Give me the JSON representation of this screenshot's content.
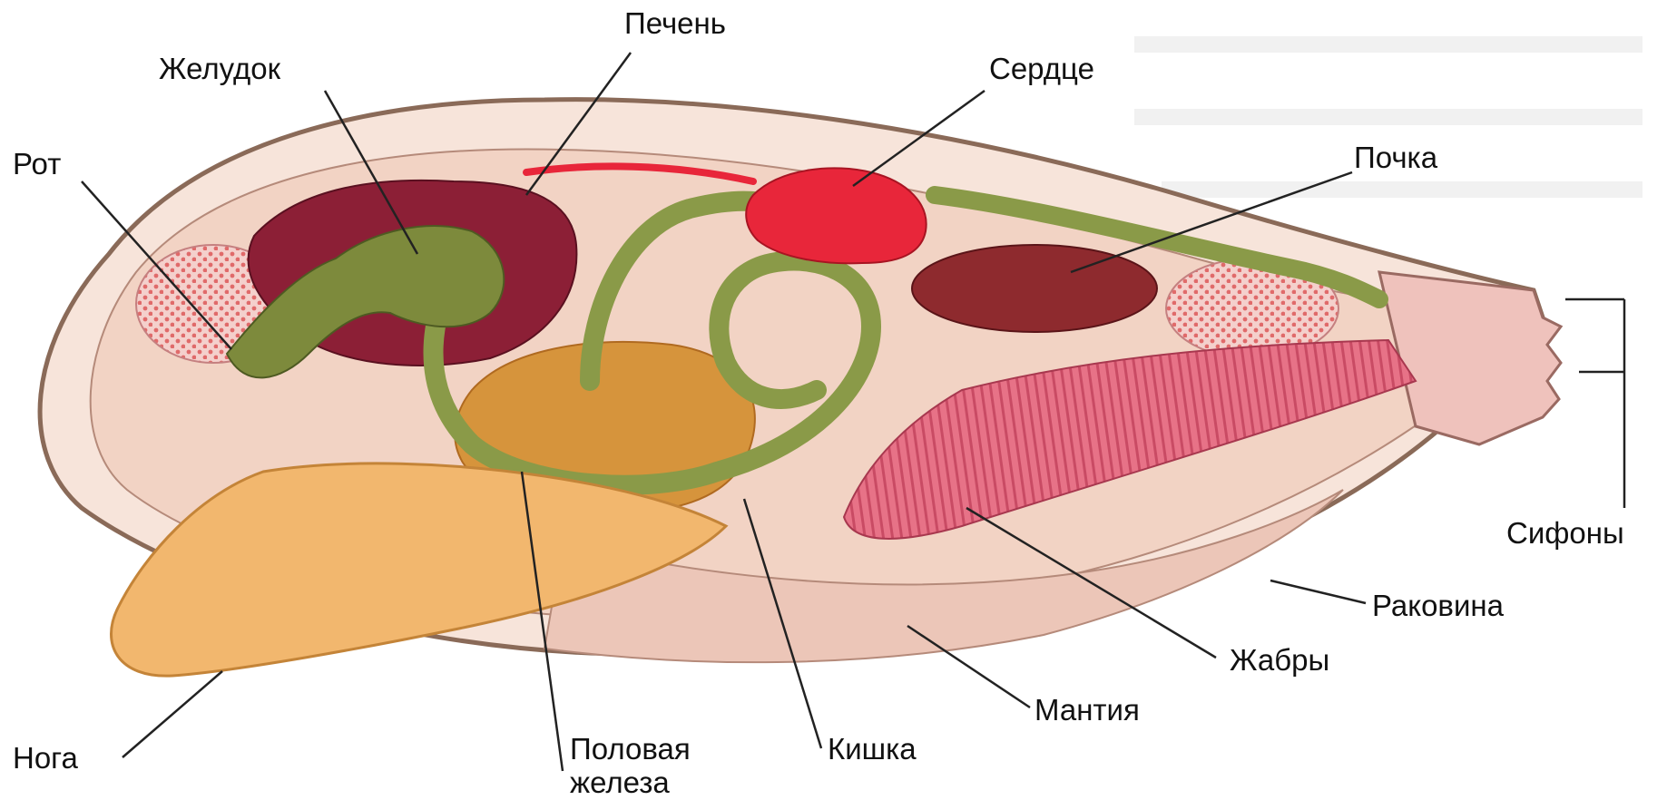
{
  "diagram": {
    "labels": {
      "pechen": "Печень",
      "zheludok": "Желудок",
      "serdtse": "Сердце",
      "rot": "Рот",
      "pochka": "Почка",
      "sifony": "Сифоны",
      "rakovina": "Раковина",
      "zhabry": "Жабры",
      "mantiya": "Мантия",
      "kishka": "Кишка",
      "noga": "Нога",
      "polovaya_zheleza": [
        "Половая",
        "железа"
      ]
    },
    "colors": {
      "shell_outline": "#8a6a58",
      "mantle": "#f2d3c4",
      "shell_inner": "#f7e4da",
      "liver": "#8c1f36",
      "stomach": "#7d8a3c",
      "intestine": "#8a9a48",
      "heart": "#e8263a",
      "kidney": "#8e2a2e",
      "gonad": "#d6943c",
      "gills": "#e0607a",
      "foot": "#f2b76e",
      "muscle": "#f5c9c4",
      "leader_line": "#222222"
    }
  }
}
